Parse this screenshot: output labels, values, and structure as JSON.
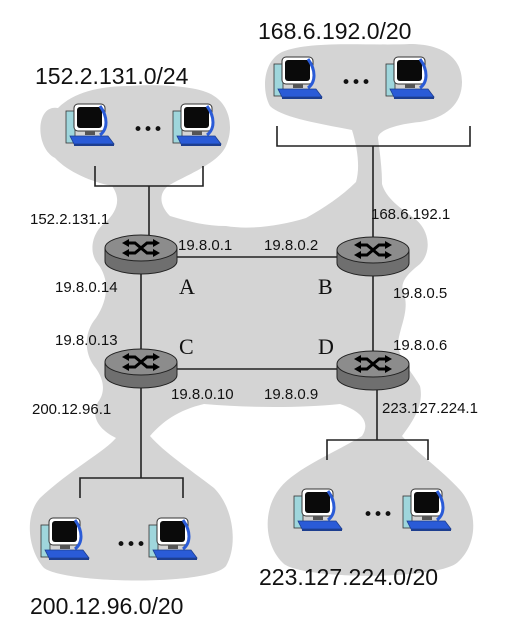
{
  "subnets": [
    {
      "id": "tl",
      "label": "152.2.131.0/24"
    },
    {
      "id": "tr",
      "label": "168.6.192.0/20"
    },
    {
      "id": "bl",
      "label": "200.12.96.0/20"
    },
    {
      "id": "br",
      "label": "223.127.224.0/20"
    }
  ],
  "routers": [
    {
      "id": "A",
      "name": "A"
    },
    {
      "id": "B",
      "name": "B"
    },
    {
      "id": "C",
      "name": "C"
    },
    {
      "id": "D",
      "name": "D"
    }
  ],
  "interfaces": {
    "A_lan": "152.2.131.1",
    "A_to_B": "19.8.0.1",
    "A_to_C": "19.8.0.14",
    "B_lan": "168.6.192.1",
    "B_to_A": "19.8.0.2",
    "B_to_D": "19.8.0.5",
    "C_to_A": "19.8.0.13",
    "C_to_D": "19.8.0.10",
    "C_lan": "200.12.96.1",
    "D_to_B": "19.8.0.6",
    "D_to_C": "19.8.0.9",
    "D_lan": "223.127.224.1"
  },
  "host_ellipsis": "•••",
  "icons": {
    "router": "router-icon",
    "host": "computer-icon"
  },
  "colors": {
    "cloud": "#d4d4d4",
    "router_top": "#8c8c8c",
    "monitor_screen": "#0a0a0a",
    "monitor_blue": "#2a5bd7",
    "case": "#9fd6dc"
  }
}
